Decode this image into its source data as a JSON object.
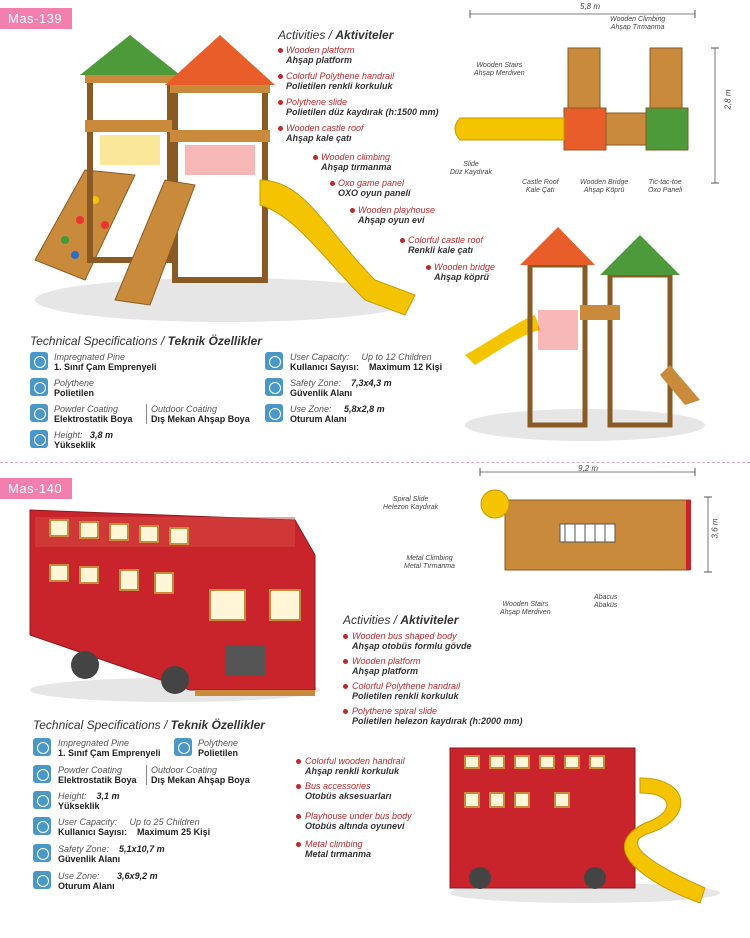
{
  "p1": {
    "code": "Mas-139",
    "activities_title_en": "Activities",
    "activities_title_tr": "Aktiviteler",
    "activities": [
      {
        "en": "Wooden platform",
        "tr": "Ahşap platform"
      },
      {
        "en": "Colorful Polythene handrail",
        "tr": "Polietilen renkli korkuluk"
      },
      {
        "en": "Polythene slide",
        "tr": "Polietilen düz kaydırak (h:1500 mm)"
      },
      {
        "en": "Wooden castle roof",
        "tr": "Ahşap kale çatı"
      },
      {
        "en": "Wooden climbing",
        "tr": "Ahşap tırmanma"
      },
      {
        "en": "Oxo game panel",
        "tr": "OXO oyun paneli"
      },
      {
        "en": "Wooden playhouse",
        "tr": "Ahşap oyun evi"
      },
      {
        "en": "Colorful castle roof",
        "tr": "Renkli kale çatı"
      },
      {
        "en": "Wooden bridge",
        "tr": "Ahşap köprü"
      }
    ],
    "plan": {
      "width": "5,8 m",
      "height": "2,8 m",
      "labels": [
        {
          "en": "Wooden Stairs",
          "tr": "Ahşap Merdiven"
        },
        {
          "en": "Wooden Climbing",
          "tr": "Ahşap Tırmanma"
        },
        {
          "en": "Slide",
          "tr": "Düz Kaydırak"
        },
        {
          "en": "Castle Roof",
          "tr": "Kale Çatı"
        },
        {
          "en": "Wooden Bridge",
          "tr": "Ahşap Köprü"
        },
        {
          "en": "Tic-tac-toe",
          "tr": "Oxo Paneli"
        }
      ]
    },
    "tech_title_en": "Technical Specifications",
    "tech_title_tr": "Teknik Özellikler",
    "specs": {
      "material_en": "Impregnated Pine",
      "material_tr": "1. Sınıf Çam Emprenyeli",
      "poly_en": "Polythene",
      "poly_tr": "Polietilen",
      "coating_en": "Powder Coating",
      "coating_tr": "Elektrostatik Boya",
      "outdoor_en": "Outdoor Coating",
      "outdoor_tr": "Dış Mekan Ahşap Boya",
      "height_en": "Height:",
      "height_tr": "Yükseklik",
      "height_val": "3,8 m",
      "capacity_en": "User Capacity:",
      "capacity_tr": "Kullanıcı Sayısı:",
      "capacity_val_en": "Up to 12 Children",
      "capacity_val_tr": "Maximum 12 Kişi",
      "safety_en": "Safety Zone:",
      "safety_tr": "Güvenlik Alanı",
      "safety_val": "7,3x4,3 m",
      "use_en": "Use Zone:",
      "use_tr": "Oturum Alanı",
      "use_val": "5,8x2,8 m"
    }
  },
  "p2": {
    "code": "Mas-140",
    "activities_title_en": "Activities",
    "activities_title_tr": "Aktiviteler",
    "activities": [
      {
        "en": "Wooden bus shaped body",
        "tr": "Ahşap otobüs formlu gövde"
      },
      {
        "en": "Wooden platform",
        "tr": "Ahşap platform"
      },
      {
        "en": "Colorful Polythene handrail",
        "tr": "Polietilen renkli korkuluk"
      },
      {
        "en": "Polythene spiral slide",
        "tr": "Polietilen helezon kaydırak (h:2000 mm)"
      },
      {
        "en": "Colorful wooden handrail",
        "tr": "Ahşap renkli korkuluk"
      },
      {
        "en": "Bus  accessories",
        "tr": "Otobüs aksesuarları"
      },
      {
        "en": "Playhouse under bus body",
        "tr": "Otobüs altında oyunevi"
      },
      {
        "en": "Metal climbing",
        "tr": "Metal tırmanma"
      }
    ],
    "plan": {
      "width": "9,2 m",
      "height": "3,6 m",
      "labels": [
        {
          "en": "Spiral Slide",
          "tr": "Helezon Kaydırak"
        },
        {
          "en": "Metal Climbing",
          "tr": "Metal Tırmanma"
        },
        {
          "en": "Wooden Stairs",
          "tr": "Ahşap Merdiven"
        },
        {
          "en": "Abacus",
          "tr": "Abaküs"
        }
      ]
    },
    "tech_title_en": "Technical Specifications",
    "tech_title_tr": "Teknik Özellikler",
    "specs": {
      "material_en": "Impregnated Pine",
      "material_tr": "1. Sınıf Çam Emprenyeli",
      "poly_en": "Polythene",
      "poly_tr": "Polietilen",
      "coating_en": "Powder Coating",
      "coating_tr": "Elektrostatik Boya",
      "outdoor_en": "Outdoor Coating",
      "outdoor_tr": "Dış Mekan Ahşap Boya",
      "height_en": "Height:",
      "height_tr": "Yükseklik",
      "height_val": "3,1 m",
      "capacity_en": "User Capacity:",
      "capacity_tr": "Kullanıcı Sayısı:",
      "capacity_val_en": "Up to 25 Children",
      "capacity_val_tr": "Maximum 25 Kişi",
      "safety_en": "Safety Zone:",
      "safety_tr": "Güvenlik Alanı",
      "safety_val": "5,1x10,7 m",
      "use_en": "Use Zone:",
      "use_tr": "Oturum Alanı",
      "use_val": "3,6x9,2 m"
    }
  },
  "colors": {
    "tag": "#f27fae",
    "accent": "#c0282b",
    "icon": "#4a98c8",
    "wood": "#c98a3c",
    "bus": "#c9242b",
    "slide": "#f5c400"
  }
}
